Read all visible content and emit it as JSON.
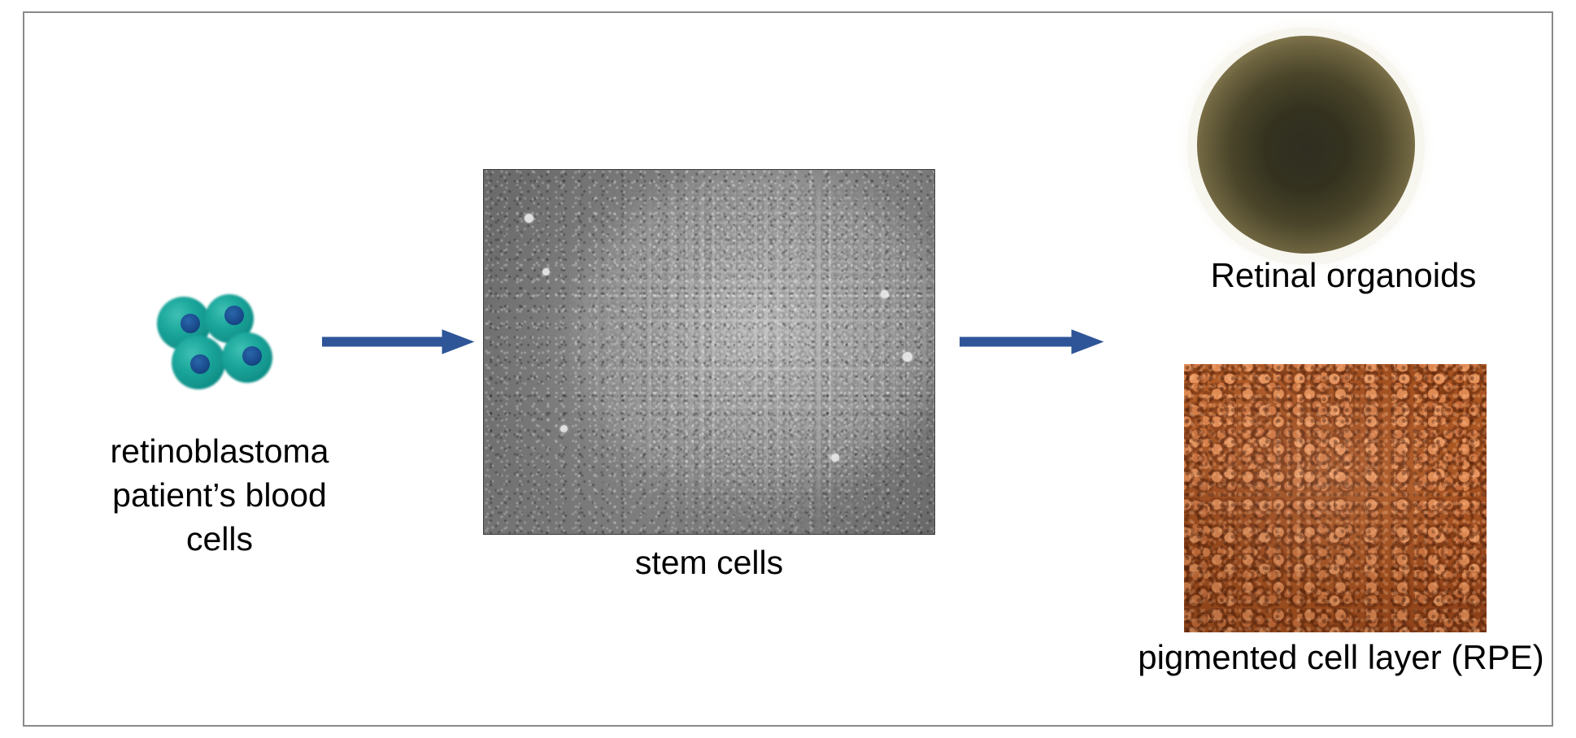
{
  "figure": {
    "title": "iPSC derivation workflow from retinoblastoma patient blood to retinal organoids and RPE",
    "background_color": "#ffffff",
    "border_color": "#8a8a8a"
  },
  "stages": {
    "blood_cells": {
      "icon_name": "blood-cell-cluster-icon",
      "label_lines": [
        "retinoblastoma",
        "patient’s blood",
        "cells"
      ],
      "cell_body_color": "#1a9e96",
      "cell_nucleus_color": "#1a4f8f",
      "cell_count": 4
    },
    "stem_cells": {
      "image_name": "stem-cell-colony-micrograph",
      "caption": "stem cells",
      "image_type": "phase-contrast microscopy",
      "image_tone": "grayscale"
    },
    "retinal_organoids": {
      "image_name": "retinal-organoid-sphere",
      "caption": "Retinal organoids",
      "sphere_color_center": "#32311f",
      "sphere_color_rim": "#bdae7c"
    },
    "rpe": {
      "image_name": "pigmented-rpe-monolayer",
      "caption": "pigmented cell layer (RPE)",
      "pigment_color": "#a6521f",
      "pigment_highlight": "#e28c54"
    }
  },
  "arrows": [
    {
      "name": "arrow-blood-to-stem",
      "direction": "right",
      "color": "#2e5597"
    },
    {
      "name": "arrow-stem-to-outputs",
      "direction": "right",
      "color": "#2e5597"
    }
  ]
}
